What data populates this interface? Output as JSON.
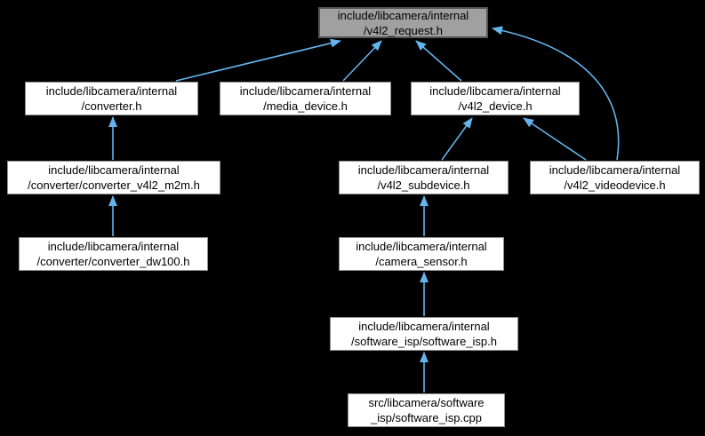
{
  "diagram": {
    "kind": "include-dependency-graph",
    "highlighted_node": "v4l2_request",
    "nodes": [
      {
        "id": "v4l2_request",
        "line1": "include/libcamera/internal",
        "line2": "/v4l2_request.h",
        "highlighted": true
      },
      {
        "id": "converter",
        "line1": "include/libcamera/internal",
        "line2": "/converter.h",
        "highlighted": false
      },
      {
        "id": "media_device",
        "line1": "include/libcamera/internal",
        "line2": "/media_device.h",
        "highlighted": false
      },
      {
        "id": "v4l2_device",
        "line1": "include/libcamera/internal",
        "line2": "/v4l2_device.h",
        "highlighted": false
      },
      {
        "id": "converter_v4l2_m2m",
        "line1": "include/libcamera/internal",
        "line2": "/converter/converter_v4l2_m2m.h",
        "highlighted": false
      },
      {
        "id": "v4l2_subdevice",
        "line1": "include/libcamera/internal",
        "line2": "/v4l2_subdevice.h",
        "highlighted": false
      },
      {
        "id": "v4l2_videodevice",
        "line1": "include/libcamera/internal",
        "line2": "/v4l2_videodevice.h",
        "highlighted": false
      },
      {
        "id": "converter_dw100",
        "line1": "include/libcamera/internal",
        "line2": "/converter/converter_dw100.h",
        "highlighted": false
      },
      {
        "id": "camera_sensor",
        "line1": "include/libcamera/internal",
        "line2": "/camera_sensor.h",
        "highlighted": false
      },
      {
        "id": "software_isp",
        "line1": "include/libcamera/internal",
        "line2": "/software_isp/software_isp.h",
        "highlighted": false
      },
      {
        "id": "software_isp_cpp",
        "line1": "src/libcamera/software",
        "line2": "_isp/software_isp.cpp",
        "highlighted": false
      }
    ],
    "edges": [
      {
        "from": "converter",
        "to": "v4l2_request"
      },
      {
        "from": "media_device",
        "to": "v4l2_request"
      },
      {
        "from": "v4l2_device",
        "to": "v4l2_request"
      },
      {
        "from": "v4l2_videodevice",
        "to": "v4l2_request"
      },
      {
        "from": "converter_v4l2_m2m",
        "to": "converter"
      },
      {
        "from": "converter_dw100",
        "to": "converter_v4l2_m2m"
      },
      {
        "from": "v4l2_subdevice",
        "to": "v4l2_device"
      },
      {
        "from": "v4l2_videodevice",
        "to": "v4l2_device"
      },
      {
        "from": "camera_sensor",
        "to": "v4l2_subdevice"
      },
      {
        "from": "software_isp",
        "to": "camera_sensor"
      },
      {
        "from": "software_isp_cpp",
        "to": "software_isp"
      }
    ],
    "colors": {
      "background": "#000000",
      "node_fill": "#ffffff",
      "node_border": "#8f8f8f",
      "highlight_fill": "#a0a0a0",
      "highlight_border": "#565656",
      "text": "#000000",
      "edge": "#63b4ec"
    }
  }
}
